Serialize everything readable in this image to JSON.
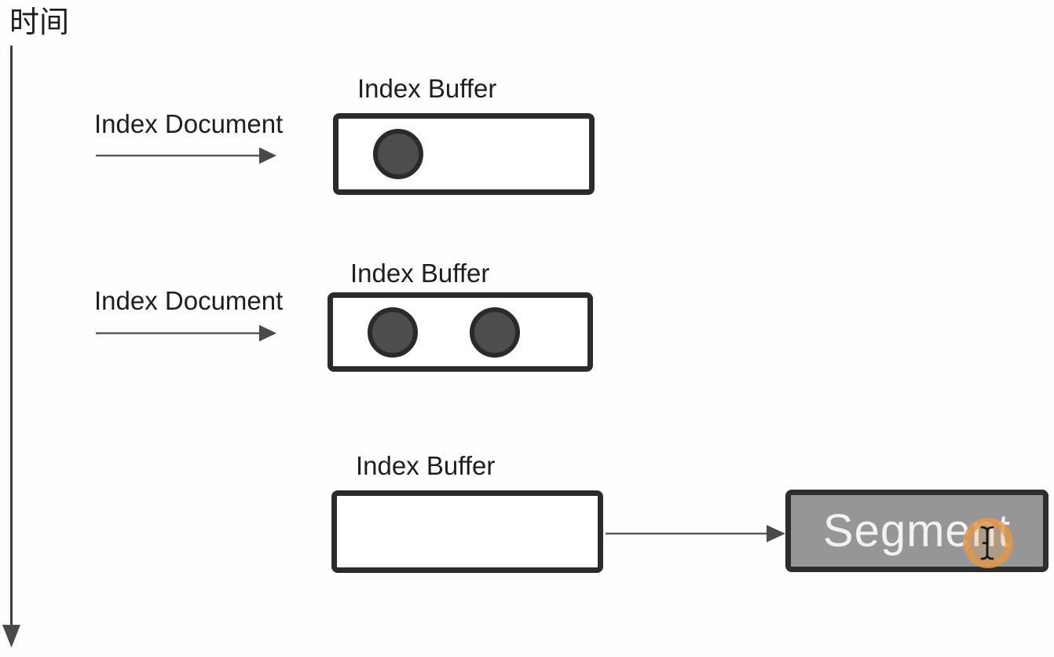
{
  "diagram": {
    "timeline_label": "时间",
    "rows": [
      {
        "action_label": "Index Document",
        "buffer_title": "Index Buffer",
        "doc_count": 1
      },
      {
        "action_label": "Index Document",
        "buffer_title": "Index Buffer",
        "doc_count": 2
      },
      {
        "buffer_title": "Index Buffer",
        "doc_count": 0
      }
    ],
    "segment_label": "Segment",
    "cursor": {
      "type": "text-ibeam-cursor",
      "highlight_color": "#E29649"
    },
    "colors": {
      "background": "#FEFEFE",
      "text": "#1E1E1E",
      "box_border": "#2B2B2B",
      "box_fill": "#FFFFFF",
      "doc_fill": "#4D4D4D",
      "doc_border": "#2A2A2A",
      "arrow_line": "#5A5A5A",
      "arrow_head": "#4A4A4A",
      "segment_fill": "#969696",
      "segment_text": "#F2F2F2"
    }
  }
}
